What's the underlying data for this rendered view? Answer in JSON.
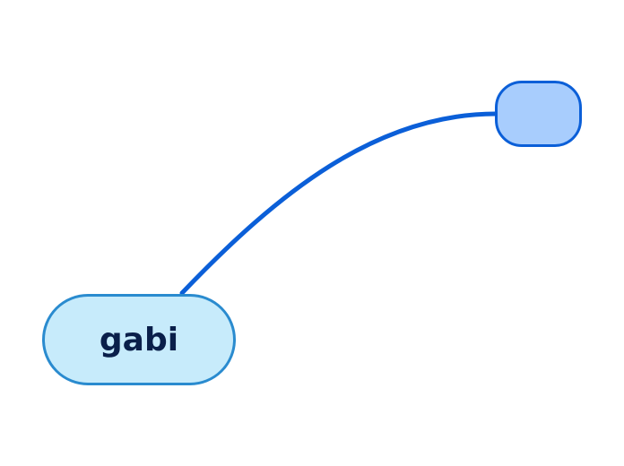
{
  "diagram": {
    "type": "mind-map",
    "root": {
      "label": "gabi",
      "fill": "#c7ebfb",
      "stroke": "#2a8bcf",
      "text_color": "#0a1f4a"
    },
    "children": [
      {
        "label": "",
        "fill": "#a8cdfd",
        "stroke": "#0b5fd8"
      }
    ],
    "connector": {
      "color": "#0b5fd8",
      "width": 5
    }
  }
}
